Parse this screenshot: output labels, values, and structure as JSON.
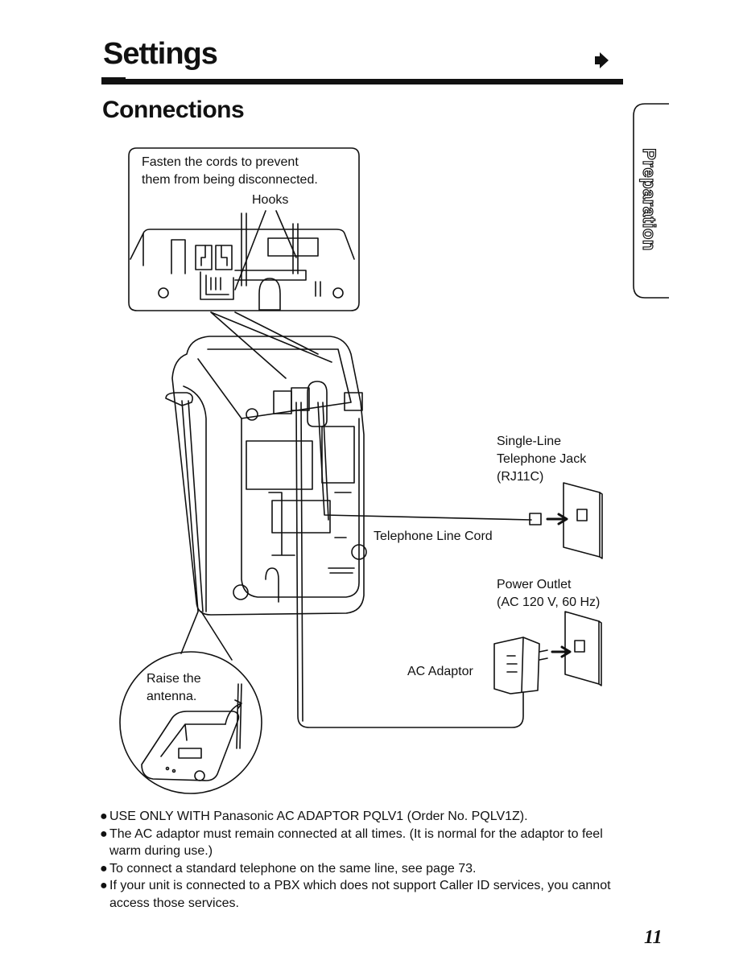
{
  "header": {
    "section_title": "Settings",
    "subsection_title": "Connections"
  },
  "side_tab": {
    "label": "Preparation"
  },
  "diagram": {
    "callout_text_line1": "Fasten the cords to prevent",
    "callout_text_line2": "them from being disconnected.",
    "hooks_label": "Hooks",
    "jack_label_line1": "Single-Line",
    "jack_label_line2": "Telephone Jack",
    "jack_label_line3": "(RJ11C)",
    "line_cord_label": "Telephone Line Cord",
    "outlet_label_line1": "Power Outlet",
    "outlet_label_line2": "(AC 120 V, 60 Hz)",
    "adaptor_label": "AC Adaptor",
    "antenna_label_line1": "Raise the",
    "antenna_label_line2": "antenna."
  },
  "notes": [
    "USE ONLY WITH Panasonic AC ADAPTOR PQLV1 (Order No. PQLV1Z).",
    "The AC adaptor must remain connected at all times. (It is normal for the adaptor to feel warm during use.)",
    "To connect a standard telephone on the same line, see page 73.",
    "If your unit is connected to a PBX which does not support Caller ID services, you cannot access those services."
  ],
  "bullet_char": "●",
  "page_number": "11"
}
